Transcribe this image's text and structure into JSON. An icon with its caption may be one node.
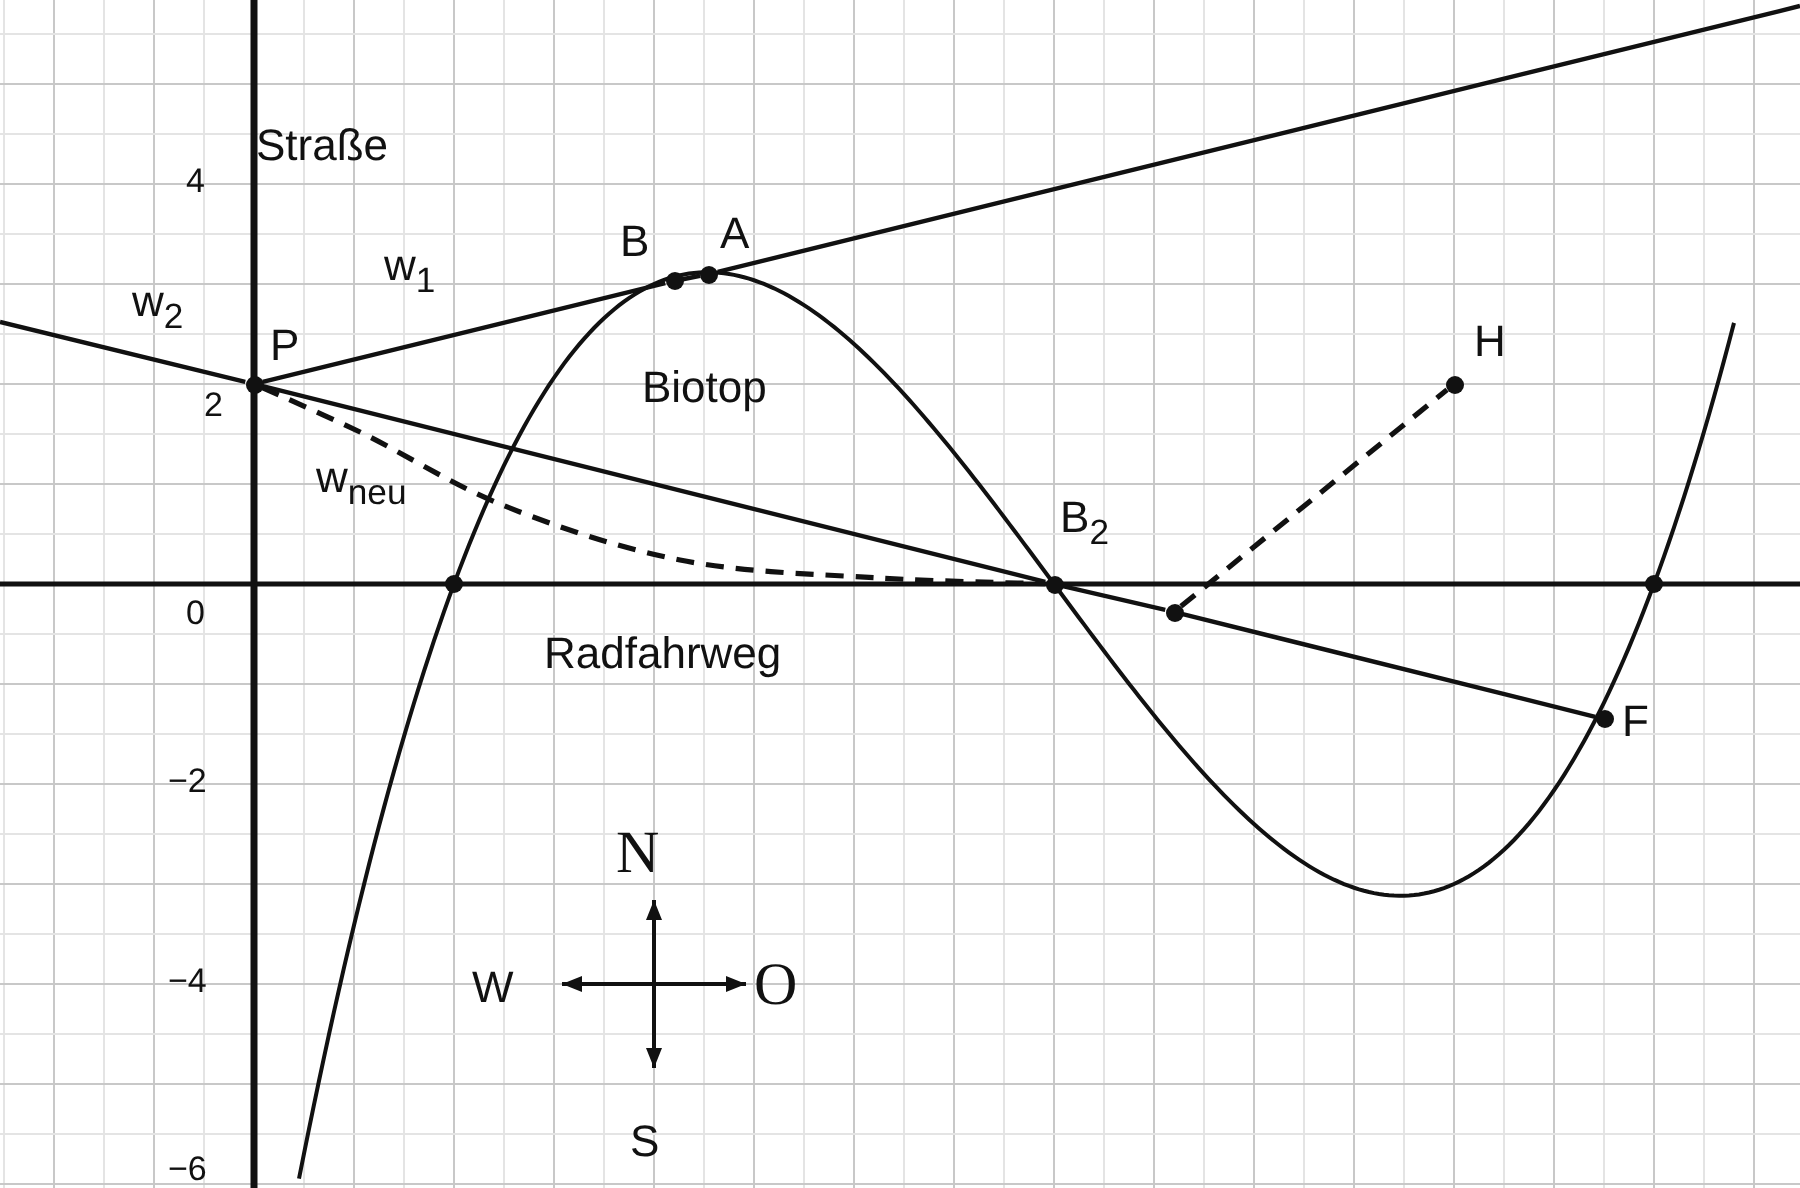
{
  "diagram": {
    "nodes": [
      {
        "text": [],
        "shape": "circle",
        "beside": [
          "P"
        ]
      },
      {
        "text": [],
        "shape": "circle",
        "beside": [
          "B"
        ]
      },
      {
        "text": [],
        "shape": "circle",
        "beside": [
          "A"
        ]
      },
      {
        "text": [],
        "shape": "circle",
        "beside": [
          "B$_{2}$"
        ]
      },
      {
        "text": [],
        "shape": "circle"
      },
      {
        "text": [],
        "shape": "circle",
        "beside": [
          "H"
        ]
      },
      {
        "text": [],
        "shape": "circle",
        "beside": [
          "F"
        ]
      }
    ],
    "edges": [
      {
        "from": 0,
        "to": 1,
        "arrow": "none",
        "label": "w$_{1}$"
      },
      {
        "from": 1,
        "to": 2,
        "arrow": "none"
      },
      {
        "from": 2,
        "to": null,
        "arrow": "none"
      },
      {
        "from": null,
        "to": 0,
        "arrow": "none",
        "label": "w$_{2}$"
      },
      {
        "from": 0,
        "to": 3,
        "arrow": "none"
      },
      {
        "from": 3,
        "to": 4,
        "arrow": "none"
      },
      {
        "from": 4,
        "to": 6,
        "arrow": "none"
      },
      {
        "from": 0,
        "to": 3,
        "arrow": "none",
        "style": "dashed",
        "label": "w$_{neu}$"
      },
      {
        "from": 4,
        "to": 5,
        "arrow": "none",
        "style": "dashed"
      }
    ],
    "labels": [
      "Straße",
      "4",
      "2",
      "Biotop",
      "0",
      "Radfahrweg",
      "−2",
      "N",
      "−4",
      "W",
      "O",
      "S",
      "−6"
    ]
  }
}
